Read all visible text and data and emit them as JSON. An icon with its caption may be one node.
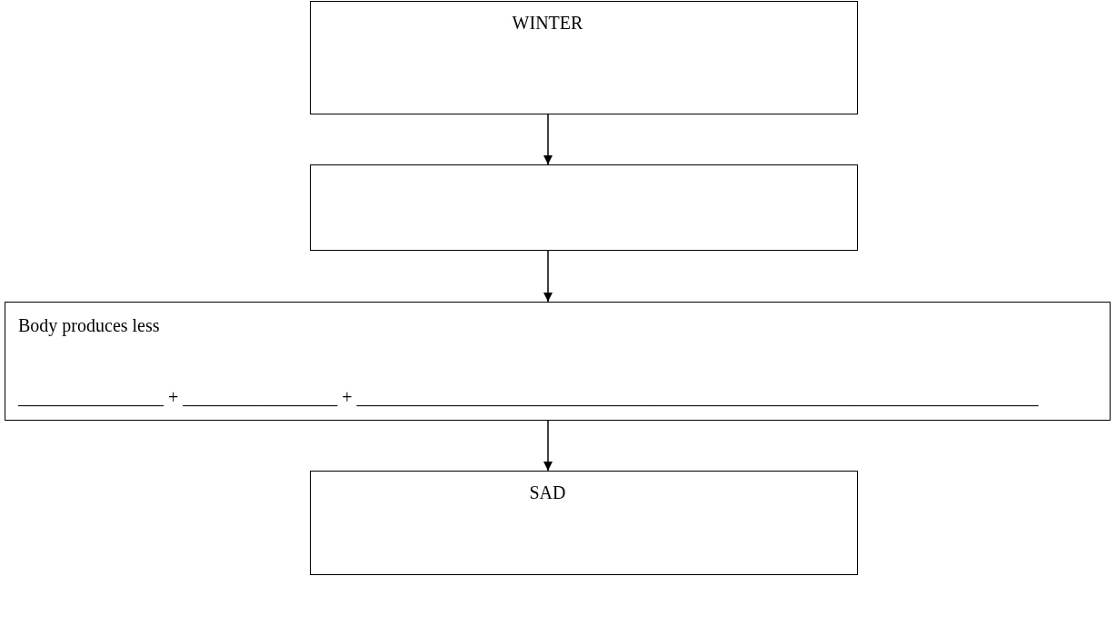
{
  "diagram": {
    "nodes": [
      {
        "text": [
          "WINTER"
        ]
      },
      {
        "text": [],
        "shape": "box"
      },
      {
        "text": [
          "Body produces less",
          "________________  + _________________ + ___________________________________________________________________________"
        ]
      },
      {
        "text": [
          "SAD"
        ]
      }
    ],
    "edges": [
      {
        "from": 0,
        "to": 1,
        "arrow": "to"
      },
      {
        "from": 1,
        "to": 2,
        "arrow": "to"
      },
      {
        "from": 2,
        "to": 3,
        "arrow": "to"
      }
    ]
  }
}
